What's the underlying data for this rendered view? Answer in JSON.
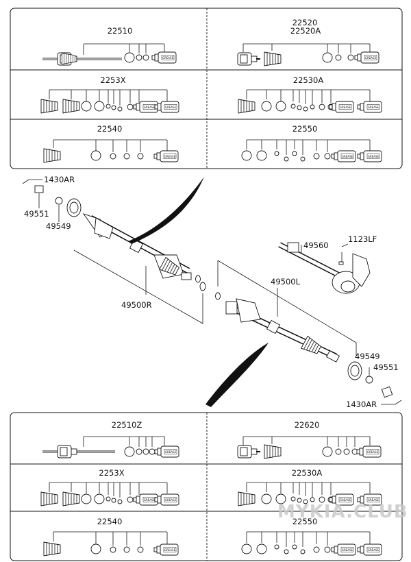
{
  "kits_top": {
    "tl": "22510",
    "tr_1": "22520",
    "tr_2": "22520A",
    "ml": "2253X",
    "mr": "22530A",
    "bl": "22540",
    "br": "22550"
  },
  "kits_bottom": {
    "tl": "22510Z",
    "tr": "22620",
    "ml": "2253X",
    "mr": "22530A",
    "bl": "22540",
    "br": "22550"
  },
  "callouts": {
    "nut_pin_right": "1430AR",
    "nut_right": "49551",
    "washer_right": "49549",
    "shaft_right": "49500R",
    "bolt": "1123LF",
    "inner_shaft": "49560",
    "shaft_left": "49500L",
    "washer_left": "49549",
    "nut_left": "49551",
    "nut_pin_left": "1430AR"
  },
  "watermark": "MYKIA.CLUB",
  "grease_text": "GREASE",
  "icons": [
    "shaft-icon",
    "joint-icon",
    "boot-icon",
    "ring-icon",
    "clamp-icon",
    "grease-tube-icon"
  ]
}
